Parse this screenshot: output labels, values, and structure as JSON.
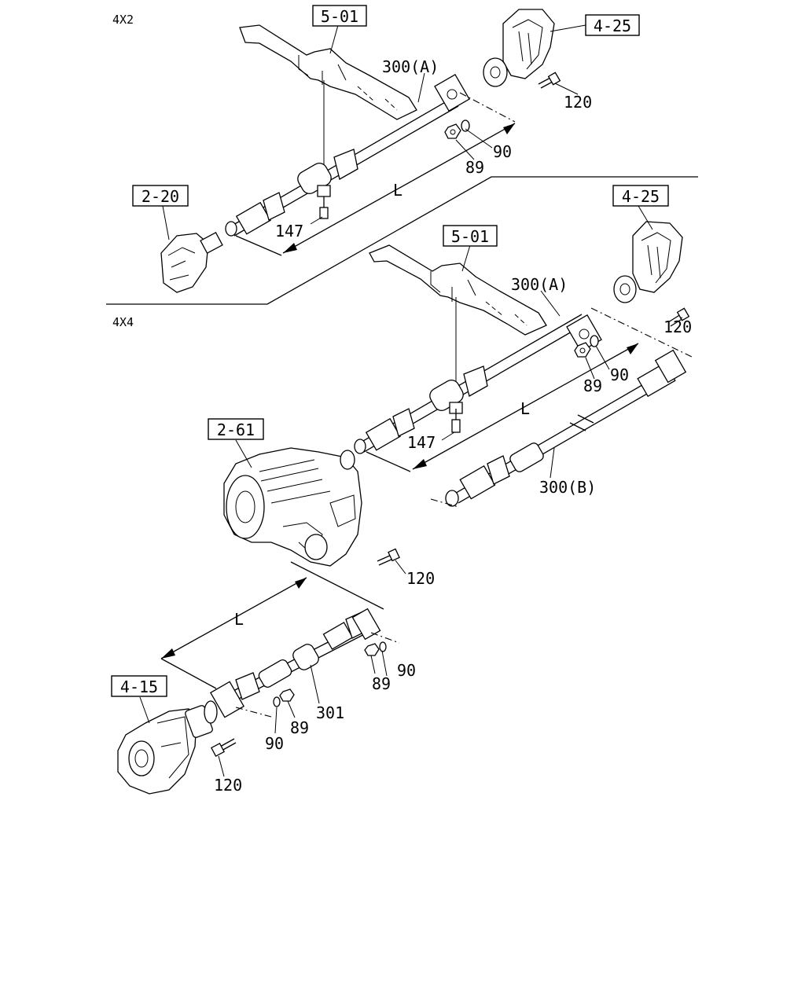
{
  "sections": {
    "top": "4X2",
    "bottom": "4X4"
  },
  "refs": {
    "frame_top": "5-01",
    "rear_axle_top": "4-25",
    "transmission_top": "2-20",
    "frame_bottom": "5-01",
    "rear_axle_bottom": "4-25",
    "transfer_case": "2-61",
    "front_axle": "4-15"
  },
  "labels": {
    "top_shaft_a": "300(A)",
    "top_bolt_120": "120",
    "top_washer_90": "90",
    "top_nut_89": "89",
    "top_length_l": "L",
    "top_bolt_147": "147",
    "bot_shaft_a": "300(A)",
    "bot_bolt_120_rear": "120",
    "bot_washer_90": "90",
    "bot_nut_89": "89",
    "bot_length_l": "L",
    "bot_bolt_147": "147",
    "bot_shaft_b": "300(B)",
    "bot_bolt_120_tc": "120",
    "front_length_l": "L",
    "front_nut_89_a": "89",
    "front_washer_90_a": "90",
    "front_shaft_301": "301",
    "front_nut_89_b": "89",
    "front_washer_90_b": "90",
    "front_bolt_120": "120"
  }
}
